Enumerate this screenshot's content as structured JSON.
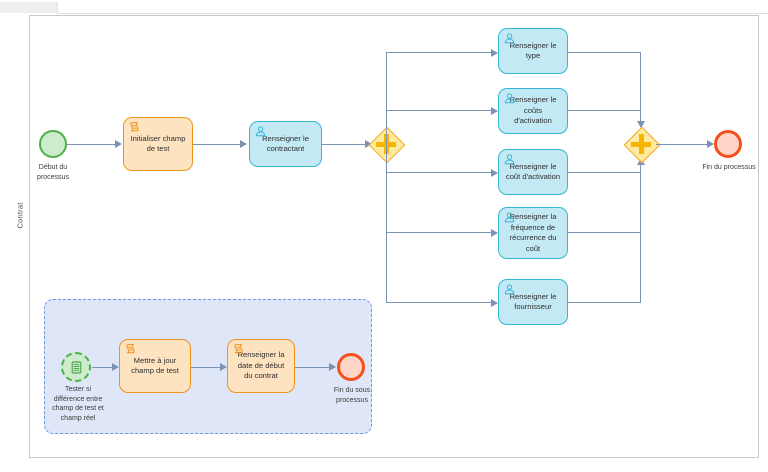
{
  "diagram": {
    "type": "bpmn-process",
    "lane_label": "Contrat",
    "colors": {
      "user_task_fill": "#c3e9f4",
      "user_task_border": "#35b6d8",
      "script_task_fill": "#fde3c0",
      "script_task_border": "#f0921f",
      "gateway_fill": "#ffeaa0",
      "gateway_border": "#f0a81f",
      "gateway_symbol": "#f7b500",
      "start_event_fill": "#cdeccd",
      "start_event_border": "#49b349",
      "end_event_fill": "#ffd5c8",
      "end_event_border": "#f4501e",
      "connector": "#7a92b3",
      "subprocess_fill": "#dfe6f7",
      "subprocess_border": "#6f9ae8"
    }
  },
  "main_flow": {
    "start_event": {
      "label": "Début du\nprocessus",
      "icon": "start-event-circle"
    },
    "task_init": {
      "label": "Initialiser champ\nde test",
      "icon": "script-task-icon",
      "type": "script"
    },
    "task_contractant": {
      "label": "Renseigner le\ncontractant",
      "icon": "user-task-icon",
      "type": "user"
    },
    "gateway_split": {
      "label": "",
      "icon": "parallel-gateway-plus",
      "type": "parallel"
    },
    "gateway_join": {
      "label": "",
      "icon": "parallel-gateway-plus",
      "type": "parallel"
    },
    "end_event": {
      "label": "Fin du processus",
      "icon": "end-event-circle"
    }
  },
  "parallel_tasks": [
    {
      "label": "Renseigner le\ntype",
      "icon": "user-task-icon"
    },
    {
      "label": "Renseigner le\ncoûts\nd'activation",
      "icon": "user-task-icon"
    },
    {
      "label": "Renseigner le\ncoût d'activation",
      "icon": "user-task-icon"
    },
    {
      "label": "Renseigner la\nfréquence de\nrécurrence du\ncoût",
      "icon": "user-task-icon"
    },
    {
      "label": "Renseigner le\nfournisseur",
      "icon": "user-task-icon"
    }
  ],
  "subprocess": {
    "start_event": {
      "label": "Tester si\ndifférence entre\nchamp de test et\nchamp réel",
      "icon": "conditional-start-event-icon"
    },
    "task_update": {
      "label": "Mettre à jour\nchamp de test",
      "icon": "script-task-icon",
      "type": "script"
    },
    "task_date": {
      "label": "Renseigner la\ndate de début\ndu contrat",
      "icon": "script-task-icon",
      "type": "script"
    },
    "end_event": {
      "label": "Fin du sous\nprocessus",
      "icon": "end-event-circle"
    }
  }
}
